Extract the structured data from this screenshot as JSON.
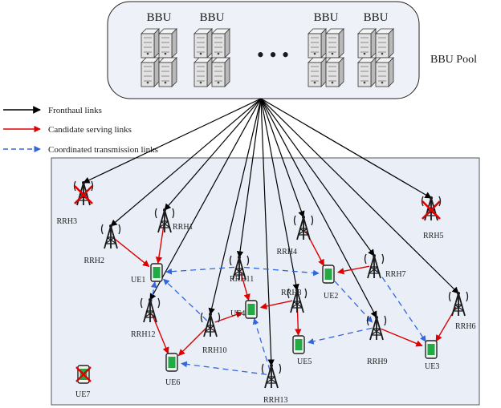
{
  "bbu_pool": {
    "label": "BBU Pool",
    "units": [
      {
        "label": "BBU"
      },
      {
        "label": "BBU"
      },
      {
        "label": "BBU"
      },
      {
        "label": "BBU"
      }
    ],
    "ellipsis": "• • •"
  },
  "legend": [
    {
      "label": "Fronthaul links",
      "style": "solid",
      "color": "#000000"
    },
    {
      "label": "Candidate serving  links",
      "style": "solid",
      "color": "#e00000"
    },
    {
      "label": "Coordinated transmission links",
      "style": "dashed",
      "color": "#3366dd"
    }
  ],
  "rrhs": [
    {
      "id": "RRH1",
      "label": "RRH1",
      "status": "active"
    },
    {
      "id": "RRH2",
      "label": "RRH2",
      "status": "active"
    },
    {
      "id": "RRH3",
      "label": "RRH3",
      "status": "off"
    },
    {
      "id": "RRH4",
      "label": "RRH4",
      "status": "active"
    },
    {
      "id": "RRH5",
      "label": "RRH5",
      "status": "off"
    },
    {
      "id": "RRH6",
      "label": "RRH6",
      "status": "active"
    },
    {
      "id": "RRH7",
      "label": "RRH7",
      "status": "active"
    },
    {
      "id": "RRH8",
      "label": "RRH8",
      "status": "active"
    },
    {
      "id": "RRH9",
      "label": "RRH9",
      "status": "active"
    },
    {
      "id": "RRH10",
      "label": "RRH10",
      "status": "active"
    },
    {
      "id": "RRH11",
      "label": "RRH11",
      "status": "active"
    },
    {
      "id": "RRH12",
      "label": "RRH12",
      "status": "active"
    },
    {
      "id": "RRH13",
      "label": "RRH13",
      "status": "active"
    }
  ],
  "ues": [
    {
      "id": "UE1",
      "label": "UE1",
      "status": "served"
    },
    {
      "id": "UE2",
      "label": "UE2",
      "status": "served"
    },
    {
      "id": "UE3",
      "label": "UE3",
      "status": "served"
    },
    {
      "id": "UE4",
      "label": "UE4",
      "status": "served"
    },
    {
      "id": "UE5",
      "label": "UE5",
      "status": "served"
    },
    {
      "id": "UE6",
      "label": "UE6",
      "status": "served"
    },
    {
      "id": "UE7",
      "label": "UE7",
      "status": "unserved"
    }
  ],
  "fronthaul_links": [
    "RRH3",
    "RRH2",
    "RRH1",
    "RRH12",
    "RRH11",
    "RRH10",
    "RRH4",
    "RRH8",
    "RRH13",
    "RRH7",
    "RRH9",
    "RRH6",
    "RRH5"
  ],
  "serving_links": [
    [
      "RRH2",
      "UE1"
    ],
    [
      "RRH1",
      "UE1"
    ],
    [
      "RRH12",
      "UE6"
    ],
    [
      "RRH10",
      "UE6"
    ],
    [
      "RRH10",
      "UE4"
    ],
    [
      "RRH11",
      "UE4"
    ],
    [
      "RRH8",
      "UE4"
    ],
    [
      "RRH4",
      "UE2"
    ],
    [
      "RRH7",
      "UE2"
    ],
    [
      "RRH8",
      "UE5"
    ],
    [
      "RRH9",
      "UE3"
    ],
    [
      "RRH6",
      "UE3"
    ]
  ],
  "coordinated_links": [
    [
      "RRH11",
      "UE1"
    ],
    [
      "RRH11",
      "UE2"
    ],
    [
      "RRH12",
      "UE1"
    ],
    [
      "RRH10",
      "UE1"
    ],
    [
      "RRH13",
      "UE4"
    ],
    [
      "RRH13",
      "UE6"
    ],
    [
      "RRH9",
      "UE5"
    ],
    [
      "UE2",
      "RRH9"
    ],
    [
      "RRH7",
      "UE3"
    ]
  ],
  "colors": {
    "fronthaul": "#000000",
    "serving": "#e00000",
    "coordinated": "#3366dd",
    "panel_fill": "#e9eef7",
    "pool_fill": "#eef1f8",
    "ue_screen": "#22aa44",
    "off_cross": "#e00000"
  }
}
